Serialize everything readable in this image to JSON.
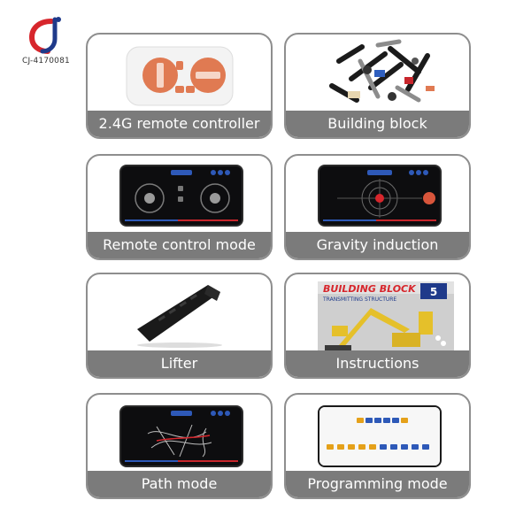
{
  "brand": {
    "model_code": "CJ-4170081",
    "accent_red": "#d7262c",
    "accent_blue": "#1f3a8a"
  },
  "features": [
    {
      "label": "2.4G remote controller"
    },
    {
      "label": "Building block"
    },
    {
      "label": "Remote control mode"
    },
    {
      "label": "Gravity induction"
    },
    {
      "label": "Lifter"
    },
    {
      "label": "Instructions"
    },
    {
      "label": "Path mode"
    },
    {
      "label": "Programming mode"
    }
  ],
  "instructions_cover": {
    "title": "BUILDING BLOCK",
    "subtitle": "TRANSMITTING STRUCTURE",
    "badge_number": "5"
  }
}
